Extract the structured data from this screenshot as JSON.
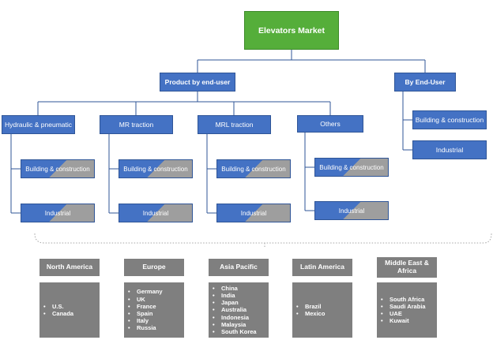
{
  "title": "Elevators Market",
  "branches": {
    "product": "Product by end-user",
    "enduser": "By End-User"
  },
  "products": [
    {
      "label": "Hydraulic & pneumatic",
      "subs": [
        "Building & construction",
        "Industrial"
      ]
    },
    {
      "label": "MR traction",
      "subs": [
        "Building & construction",
        "Industrial"
      ]
    },
    {
      "label": "MRL traction",
      "subs": [
        "Building & construction",
        "Industrial"
      ]
    },
    {
      "label": "Others",
      "subs": [
        "Building & construction",
        "Industrial"
      ]
    }
  ],
  "enduser_items": [
    "Building & construction",
    "Industrial"
  ],
  "regions": [
    {
      "name": "North America",
      "countries": [
        "U.S.",
        "Canada"
      ]
    },
    {
      "name": "Europe",
      "countries": [
        "Germany",
        "UK",
        "France",
        "Spain",
        "Italy",
        "Russia"
      ]
    },
    {
      "name": "Asia Pacific",
      "countries": [
        "China",
        "India",
        "Japan",
        "Australia",
        "Indonesia",
        "Malaysia",
        "South Korea"
      ]
    },
    {
      "name": "Latin America",
      "countries": [
        "Brazil",
        "Mexico"
      ]
    },
    {
      "name": "Middle East & Africa",
      "countries": [
        "South Africa",
        "Saudi Arabia",
        "UAE",
        "Kuwait"
      ]
    }
  ],
  "colors": {
    "root": "#55ae3a",
    "node": "#4472c4",
    "leaf_accent": "#9e9e9e",
    "region": "#7f7f7f",
    "line": "#2f5597"
  }
}
